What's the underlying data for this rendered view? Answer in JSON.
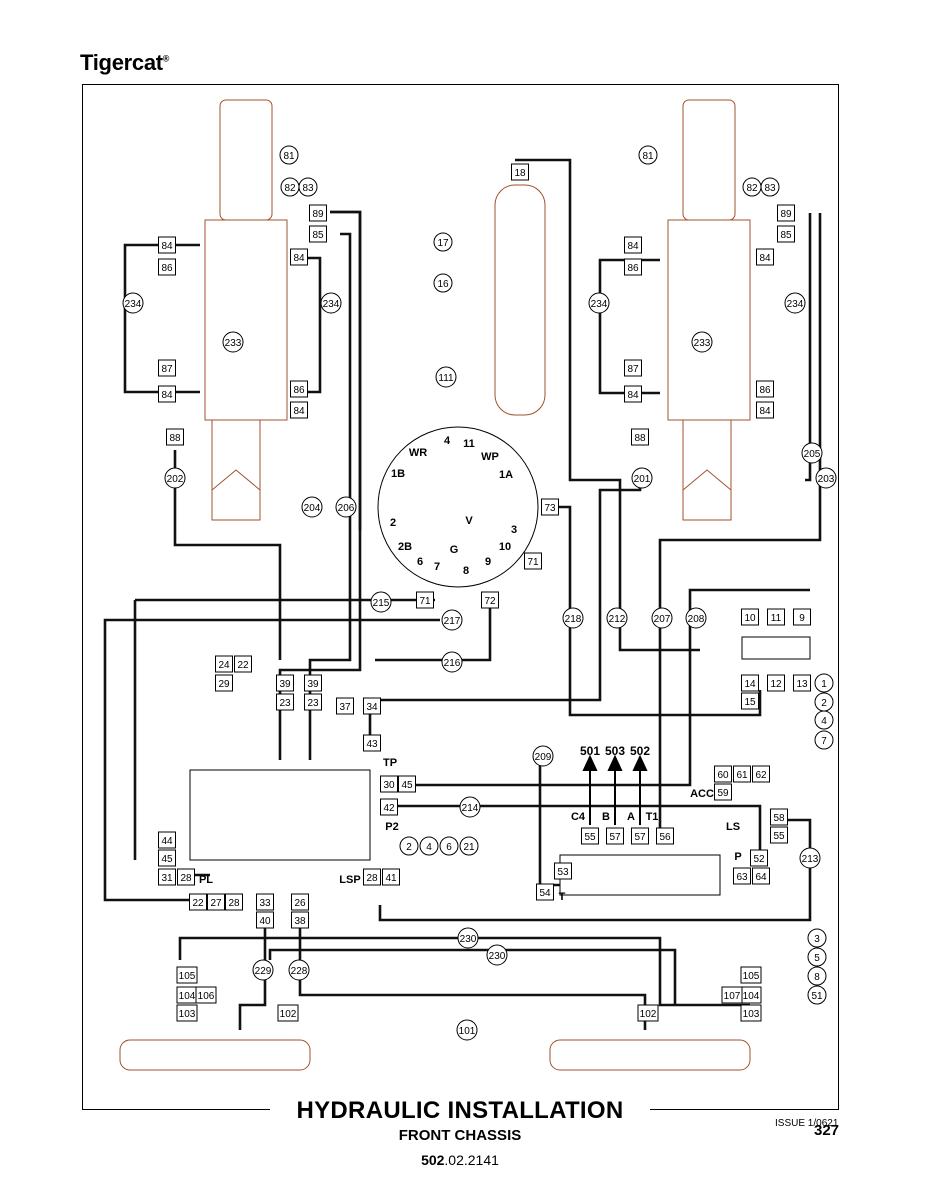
{
  "brand": {
    "name": "Tigercat",
    "mark": "®"
  },
  "title": "HYDRAULIC INSTALLATION",
  "subtitle": "FRONT CHASSIS",
  "doc_number": {
    "bold": "502",
    "rest": ".02.2141"
  },
  "issue": "ISSUE 1/0621",
  "page_number": "327",
  "colors": {
    "hose": "#111111",
    "component": "#a0522d",
    "leader": "#cc8866"
  },
  "connector_labels": {
    "port_labels": [
      "WR",
      "4",
      "11",
      "WP",
      "1B",
      "1A",
      "V",
      "3",
      "2",
      "2B",
      "6",
      "7",
      "G",
      "8",
      "9",
      "10"
    ],
    "valve_labels": [
      "TP",
      "P2",
      "PL",
      "LSP",
      "C4",
      "B",
      "A",
      "T1",
      "ACC",
      "LS",
      "P",
      "T"
    ]
  },
  "arrows": [
    "501",
    "503",
    "502"
  ]
}
